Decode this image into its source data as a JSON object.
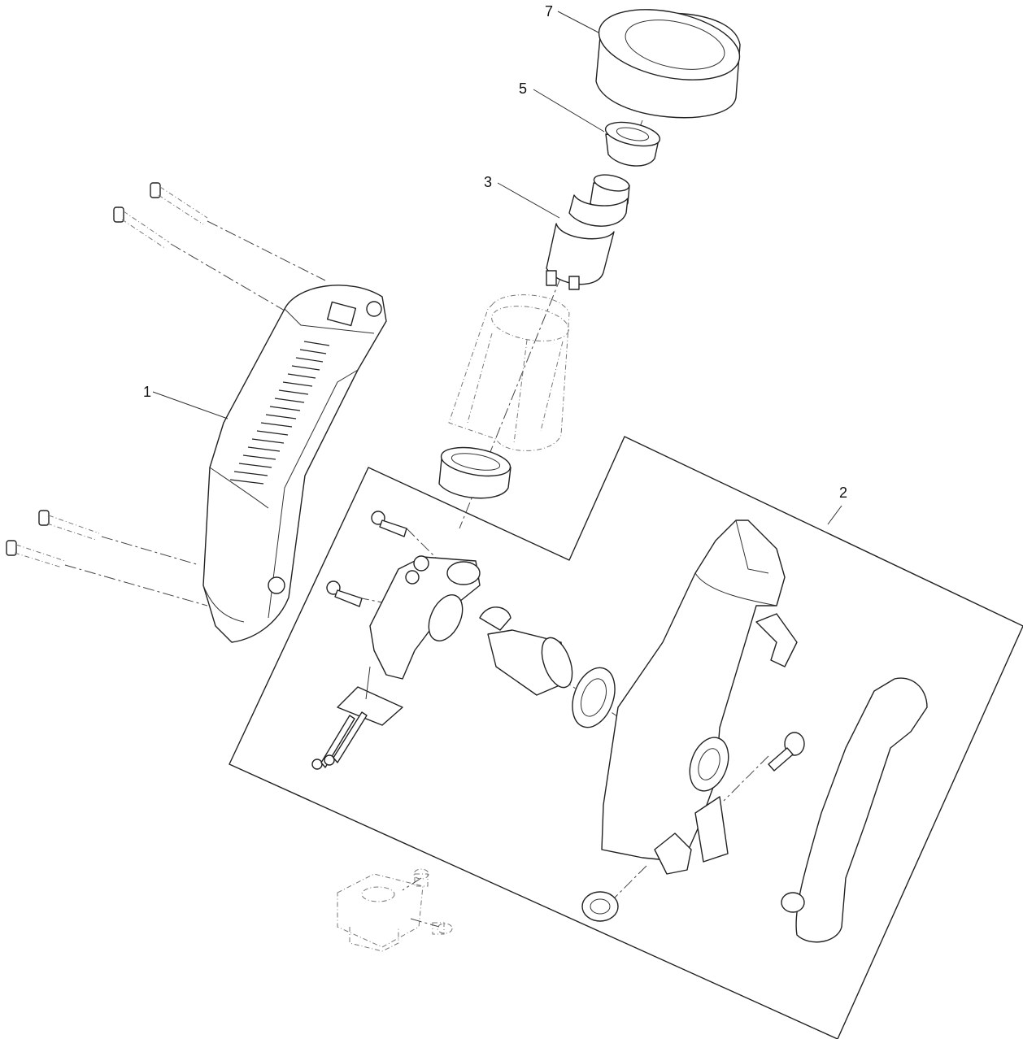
{
  "callouts": {
    "c1": "1",
    "c2": "2",
    "c3": "3",
    "c5": "5",
    "c7": "7"
  },
  "colors": {
    "line": "#222222",
    "background": "#ffffff"
  }
}
